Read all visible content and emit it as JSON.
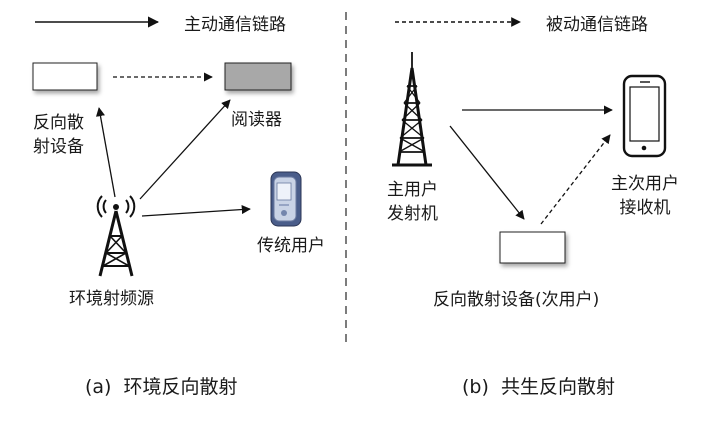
{
  "legend": {
    "primary_link": "主动通信链路",
    "backscatter_link": "被动通信链路"
  },
  "panel_a": {
    "backscatter_device": "反向散\n射设备",
    "reader": "阅读器",
    "legacy_user": "传统用户",
    "ambient_source": "环境射频源",
    "caption": "(a)  环境反向散射"
  },
  "panel_b": {
    "primary_transmitter": "主用户\n发射机",
    "receiver": "主次用户\n接收机",
    "backscatter_device": "反向散射设备(次用户)",
    "caption": "(b)  共生反向散射"
  },
  "colors": {
    "line": "#111111",
    "reader_fill": "#a8a8a8",
    "device_fill": "#ffffff",
    "divider": "#444444"
  }
}
